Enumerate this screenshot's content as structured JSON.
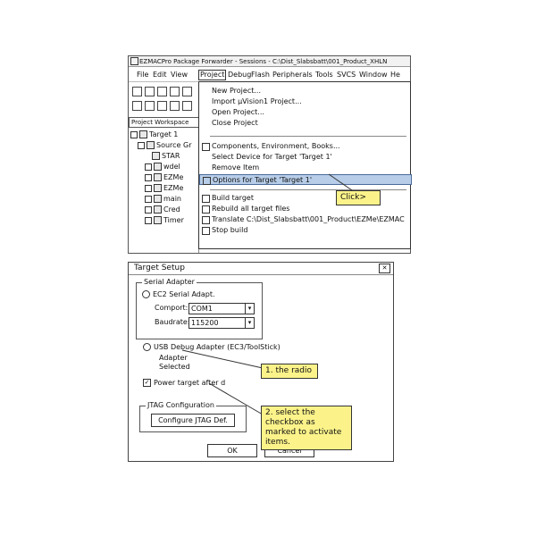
{
  "ide": {
    "title": "EZMACPro Package Forwarder - Sessions - C:\\Dist_Slabsbatt\\001_Product_XHLN",
    "menu": [
      "File",
      "Edit",
      "View",
      "Project",
      "Debug",
      "Flash",
      "Peripherals",
      "Tools",
      "SVCS",
      "Window",
      "He"
    ],
    "workspace_tab": "Project Workspace",
    "tree": {
      "root": "Target 1",
      "group": "Source Gr",
      "files": [
        "STAR",
        "wdel",
        "EZMe",
        "EZMe",
        "main",
        "Cred",
        "Timer"
      ]
    },
    "dropdown": [
      "New Project...",
      "Import µVision1 Project...",
      "Open Project...",
      "Close Project",
      "Components, Environment, Books...",
      "Select Device for Target 'Target 1'",
      "Remove Item",
      "Options for Target 'Target 1'",
      "Build target",
      "Rebuild all target files",
      "Translate C:\\Dist_Slabsbatt\\001_Product\\EZMe\\EZMAC",
      "Stop build"
    ],
    "callout": "Click>"
  },
  "dialog": {
    "title": "Target Setup",
    "group_serial": "Serial Adapter",
    "radio_serial": "EC2 Serial Adapt.",
    "label_comport": "Comport:",
    "value_comport": "COM1",
    "label_baudrate": "Baudrate:",
    "value_baudrate": "115200",
    "radio_usb": "USB Debug Adapter (EC3/ToolStick)",
    "usb_detail_1": "Adapter",
    "usb_detail_2": "Selected",
    "checkbox_label": "Power target after d",
    "group_jtag": "JTAG Configuration",
    "jtag_button": "Configure JTAG Def.",
    "ok": "OK",
    "cancel": "Cancel",
    "callout1": "1. the radio",
    "callout2": "2. select the checkbox as marked to activate items."
  },
  "colors": {
    "highlight": "#b7cde8",
    "callout": "#fbf38a"
  }
}
